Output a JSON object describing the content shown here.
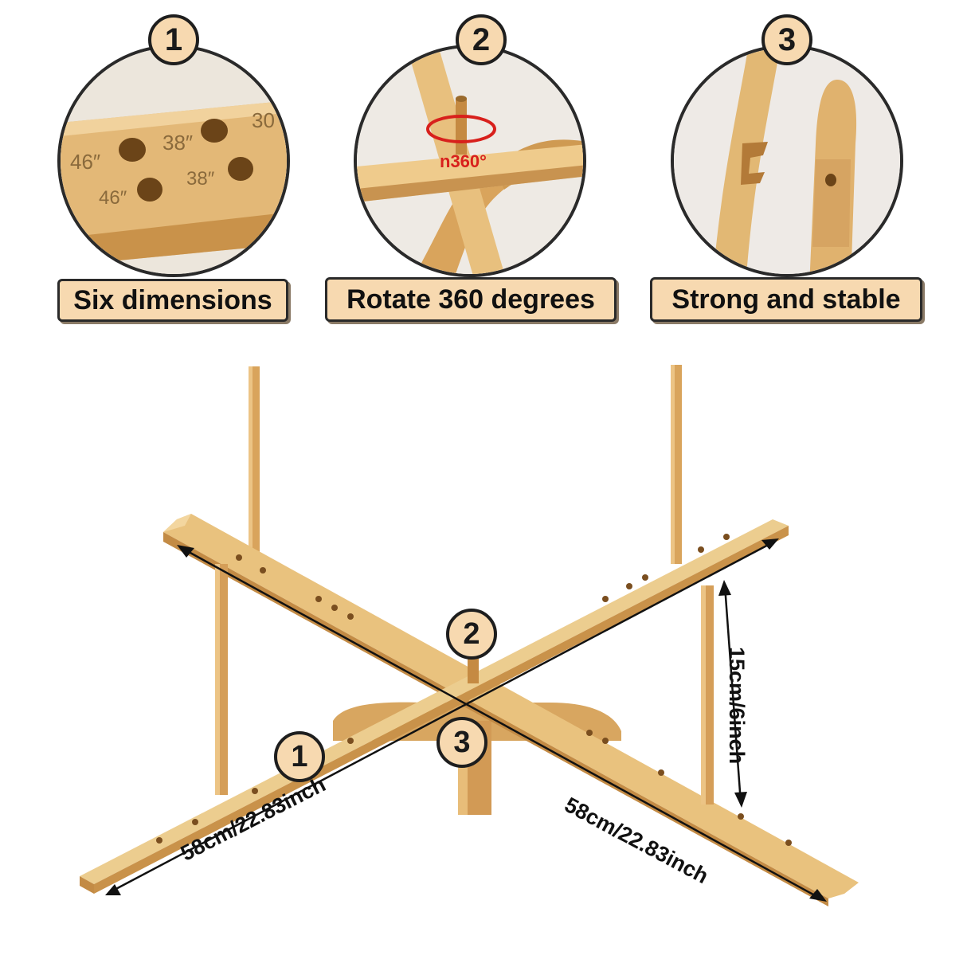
{
  "features": [
    {
      "number": "1",
      "caption": "Six dimensions"
    },
    {
      "number": "2",
      "caption": "Rotate 360 degrees"
    },
    {
      "number": "3",
      "caption": "Strong and stable"
    }
  ],
  "detail1": {
    "marks": [
      "46″",
      "38″",
      "30",
      "46″",
      "38″"
    ]
  },
  "detail2": {
    "rotation_text": "n360°"
  },
  "main": {
    "callouts": [
      "2",
      "1",
      "3"
    ],
    "dimension_left": "58cm/22.83inch",
    "dimension_right": "58cm/22.83inch",
    "dimension_height": "15cm/6inch"
  },
  "colors": {
    "wood_light": "#eccd8f",
    "wood_dark": "#c9984f",
    "badge": "#f7d9b0",
    "outline": "#1e1e1e"
  }
}
